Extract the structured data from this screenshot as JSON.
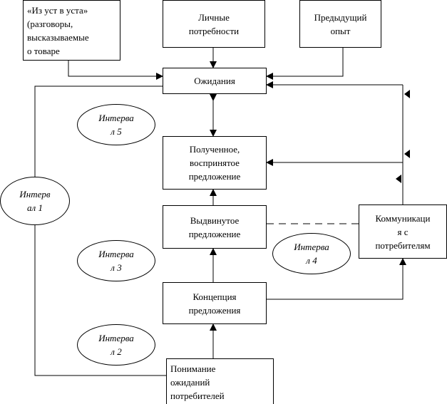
{
  "boxes": {
    "word_of_mouth": "«Из уст в уста»\n(разговоры,\nвысказываемые\nо товаре",
    "personal_needs": "Личные\nпотребности",
    "past_experience": "Предыдущий\nопыт",
    "expectations": "Ожидания",
    "perceived_offer": "Полученное,\nвоспринятое\nпредложение",
    "promoted_offer": "Выдвинутое\nпредложение",
    "communications": "Коммуникаци\nя с\nпотребителям",
    "offer_concept": "Концепция\nпредложения",
    "understanding": "Понимание\nожиданий\nпотребителей"
  },
  "intervals": {
    "interval_1": "Интерв\nал 1",
    "interval_2": "Интерва\nл 2",
    "interval_3": "Интерва\nл 3",
    "interval_4": "Интерва\nл 4",
    "interval_5": "Интерва\nл 5"
  },
  "style": {
    "line_color": "#000000",
    "background": "#ffffff"
  }
}
